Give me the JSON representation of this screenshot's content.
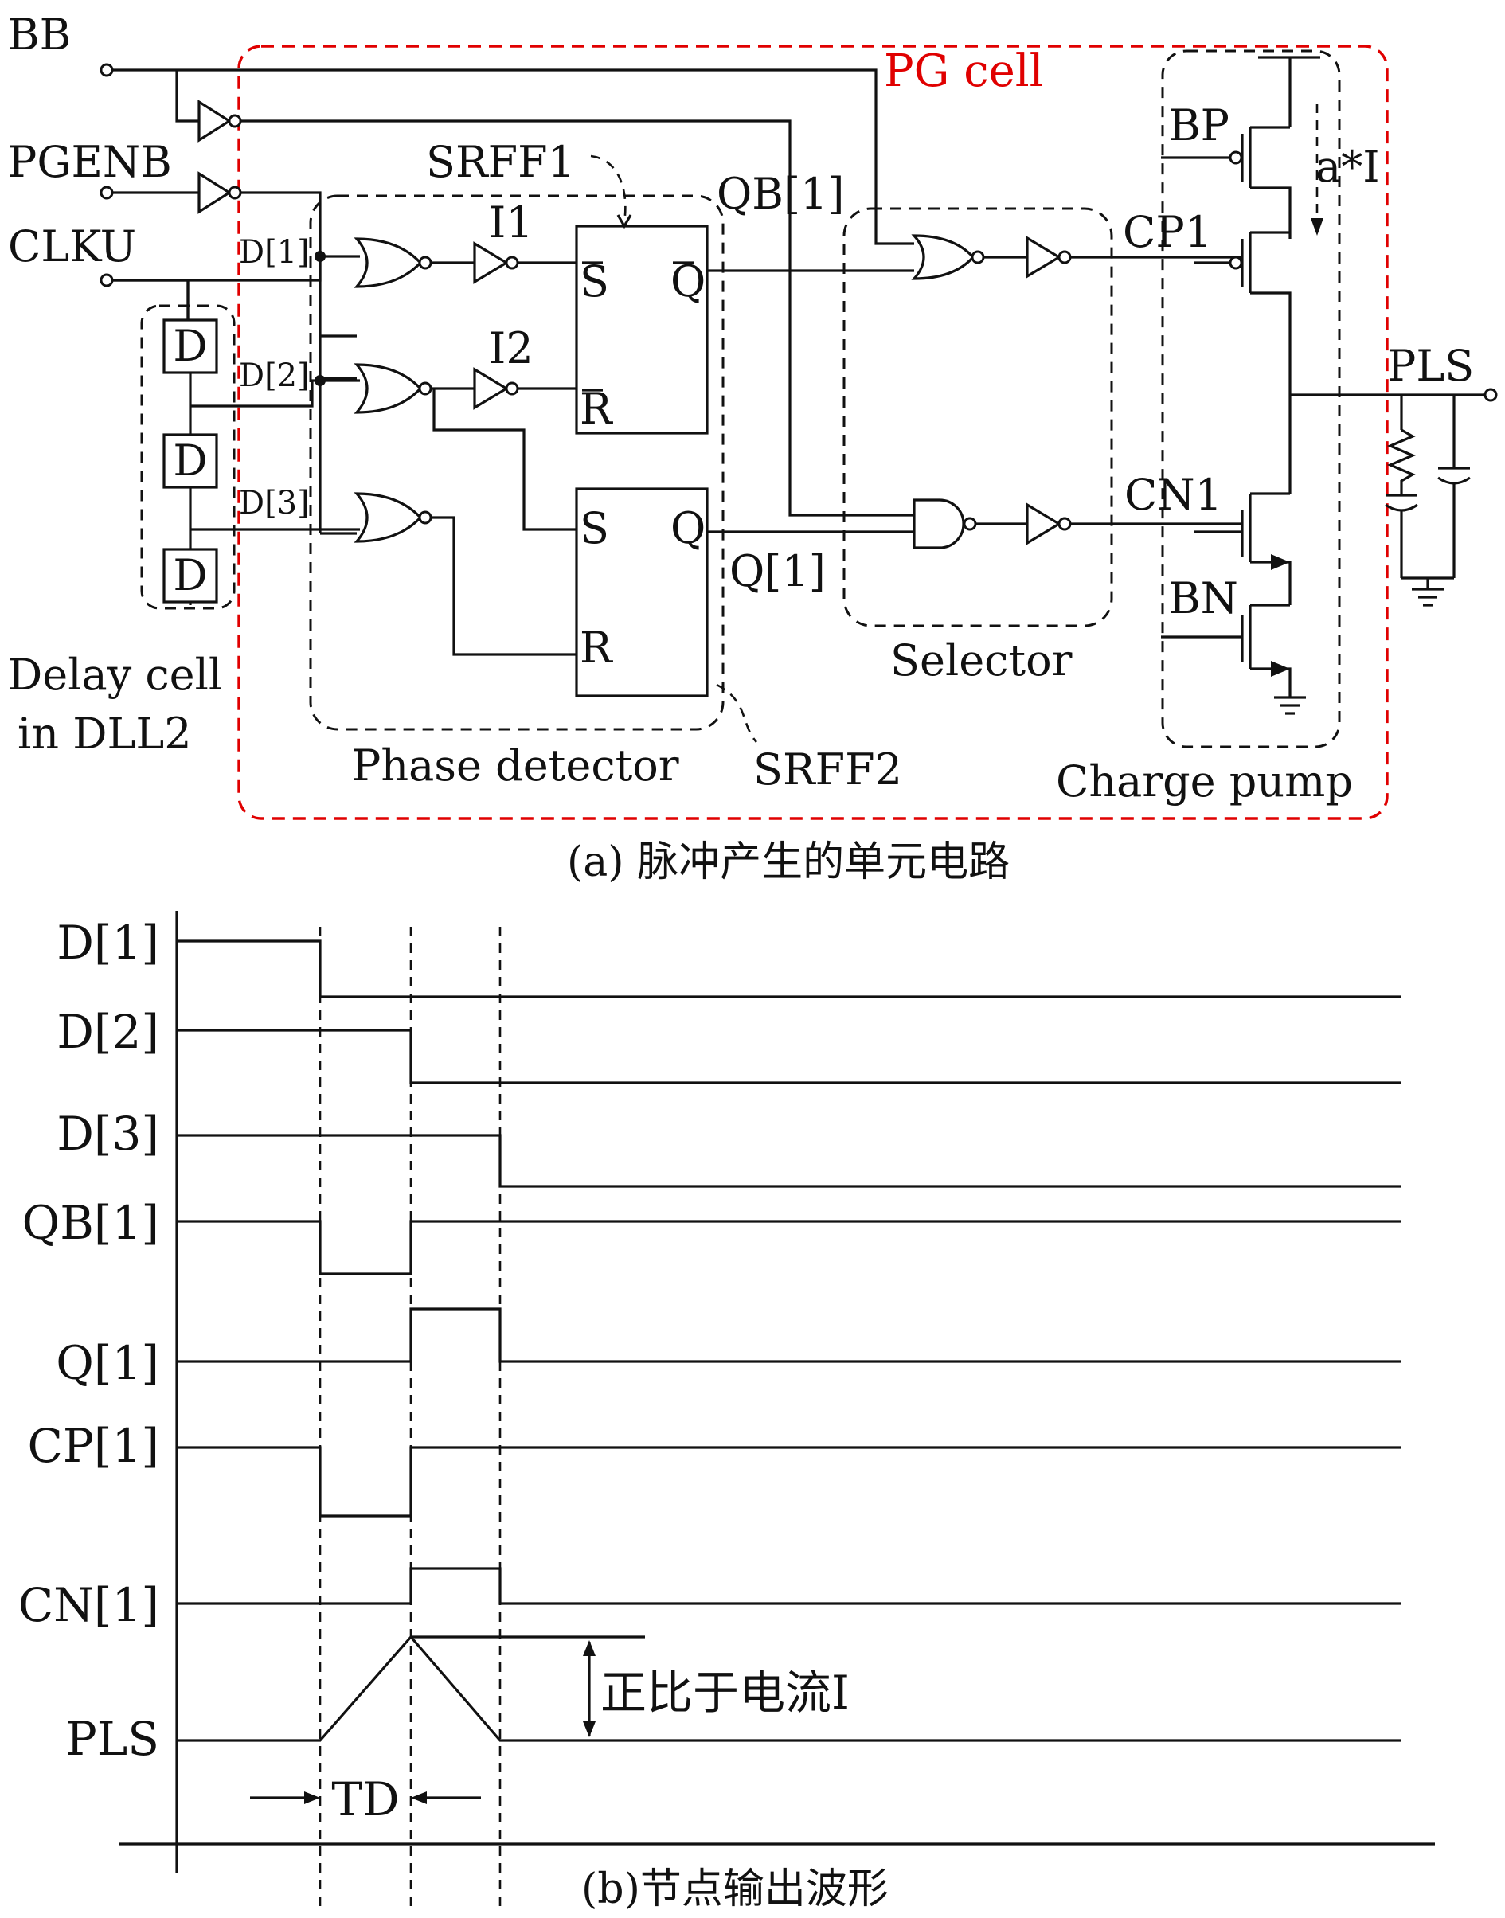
{
  "part_a": {
    "caption": "(a) 脉冲产生的单元电路",
    "pg_cell_label": "PG cell",
    "inputs": [
      "BB",
      "PGENB",
      "CLKU"
    ],
    "delay_block": {
      "cells": [
        "D",
        "D",
        "D"
      ],
      "label_line1": "Delay cell",
      "label_line2": "in DLL2"
    },
    "tap_labels": [
      "D[1]",
      "D[2]",
      "D[3]"
    ],
    "inverter_labels": [
      "I1",
      "I2"
    ],
    "srff1": {
      "callout": "SRFF1",
      "s": "S",
      "r": "R",
      "q": "Q"
    },
    "srff2": {
      "callout": "SRFF2",
      "s": "S",
      "r": "R",
      "q": "Q"
    },
    "phase_detector_label": "Phase detector",
    "net_labels": {
      "qb": "QB[1]",
      "q": "Q[1]"
    },
    "selector_label": "Selector",
    "charge_pump": {
      "label": "Charge pump",
      "gates": [
        "BP",
        "CP1",
        "CN1",
        "BN"
      ],
      "current_label": "a*I",
      "output": "PLS"
    }
  },
  "part_b": {
    "caption": "(b)节点输出波形",
    "signals": [
      "D[1]",
      "D[2]",
      "D[3]",
      "QB[1]",
      "Q[1]",
      "CP[1]",
      "CN[1]",
      "PLS"
    ],
    "amplitude_label": "正比于电流I",
    "td_label": "TD"
  }
}
